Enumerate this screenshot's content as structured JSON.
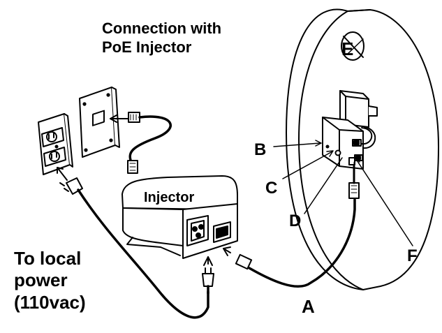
{
  "title": {
    "line1": "Connection with",
    "line2": "PoE Injector"
  },
  "labels": {
    "injector": "Injector",
    "a": "A",
    "b": "B",
    "c": "C",
    "d": "D",
    "e": "E",
    "f": "F"
  },
  "power_note": {
    "line1": "To local",
    "line2": "power",
    "line3": "(110vac)"
  }
}
